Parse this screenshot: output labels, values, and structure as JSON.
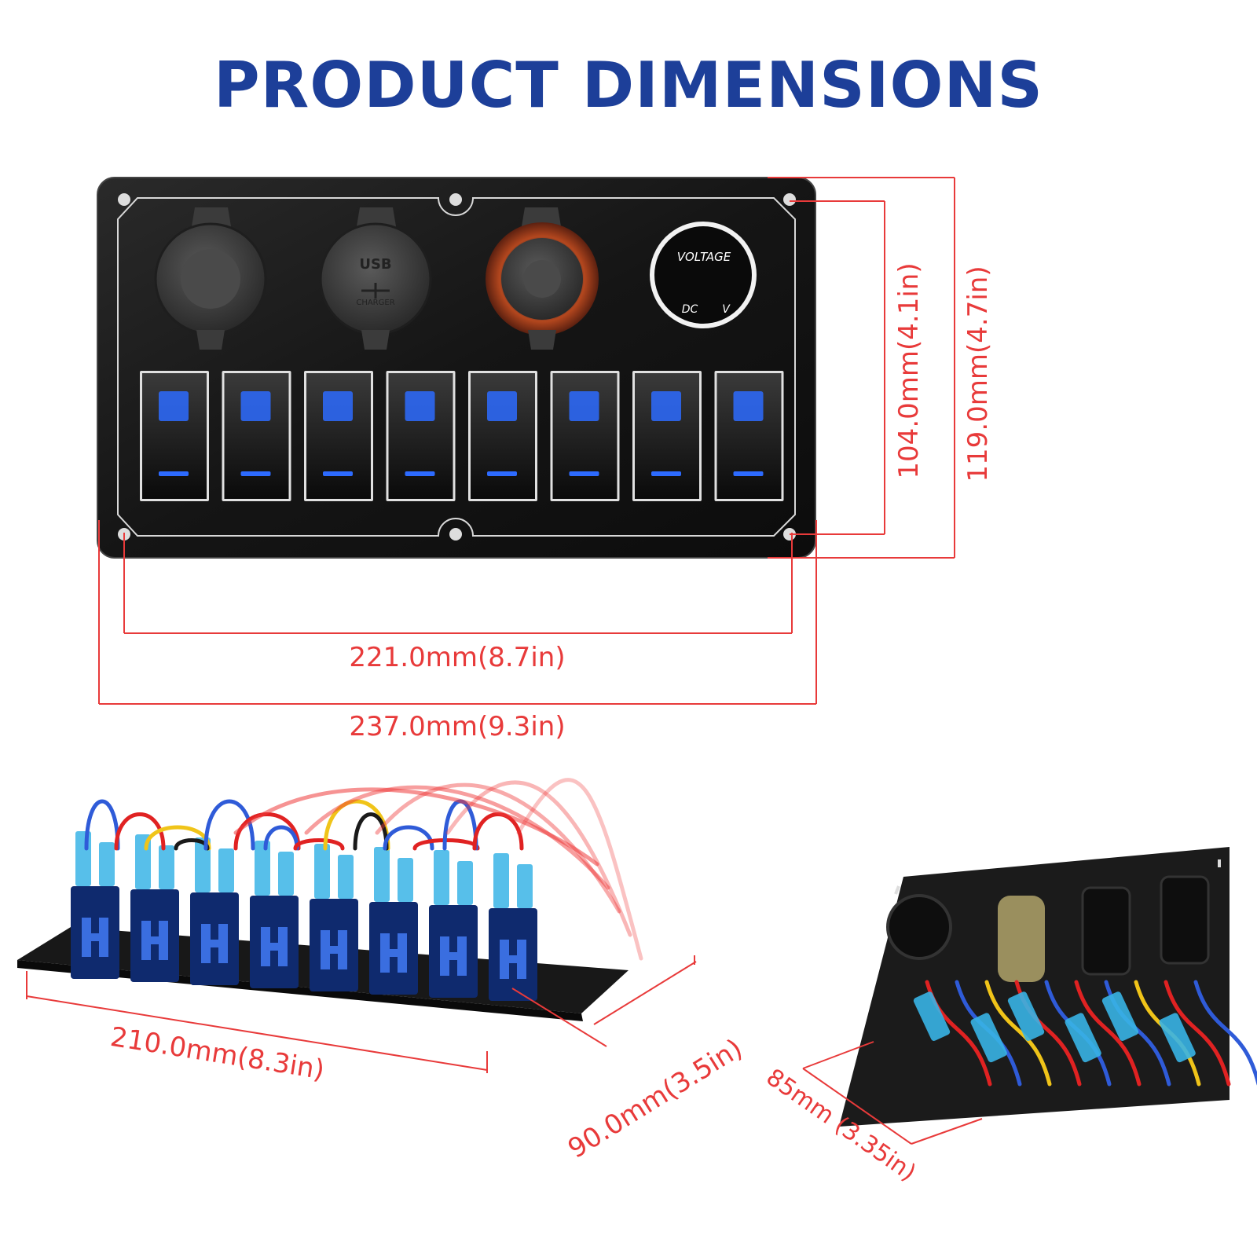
{
  "title": "PRODUCT DIMENSIONS",
  "panel": {
    "sockets": [
      {
        "kind": "12V power socket",
        "icon": "12v-socket-icon"
      },
      {
        "kind": "USB charger",
        "icon": "usb-charger-icon",
        "label_top": "USB",
        "label_bottom": "CHARGER"
      },
      {
        "kind": "cigarette lighter",
        "icon": "cigarette-lighter-icon"
      }
    ],
    "voltmeter": {
      "label": "VOLTAGE",
      "dc": "DC",
      "unit": "V"
    },
    "switch_count": 8,
    "switch_light_color": "#2d6bff"
  },
  "dimensions": {
    "inner_width": "221.0mm(8.7in)",
    "outer_width": "237.0mm(9.3in)",
    "inner_height": "104.0mm(4.1in)",
    "outer_height": "119.0mm(4.7in)",
    "back_length": "210.0mm(8.3in)",
    "back_depth": "90.0mm(3.5in)",
    "side_depth": "85mm (3.35in)"
  },
  "colors": {
    "title": "#1d3f99",
    "dimension": "#e83a3a",
    "panel": "#141414"
  }
}
